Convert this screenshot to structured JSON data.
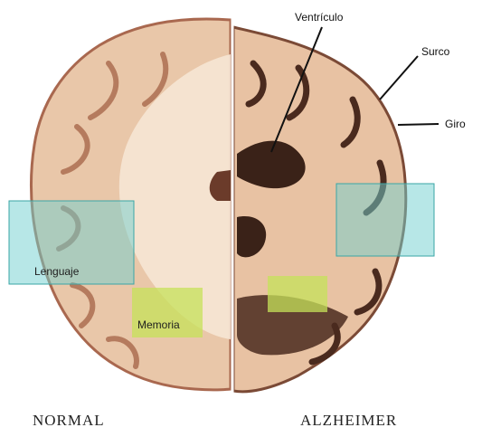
{
  "labels": {
    "ventricle": "Ventrículo",
    "sulcus": "Surco",
    "gyrus": "Giro",
    "language": "Lenguaje",
    "memory": "Memoria"
  },
  "captions": {
    "left": "NORMAL",
    "right": "ALZHEIMER"
  },
  "colors": {
    "language_region": "#6fd0cf",
    "memory_region": "#c6e25a",
    "brain_tissue": "#efd0b4",
    "brain_outline": "#a9684f",
    "divider": "#ffffff"
  }
}
